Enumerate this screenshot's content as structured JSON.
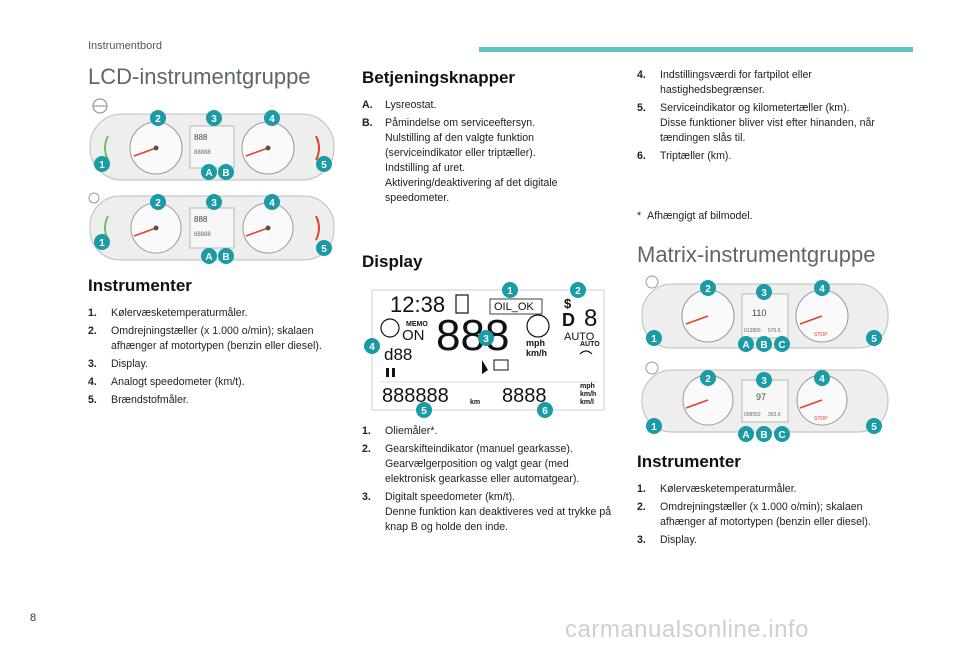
{
  "header": {
    "section": "Instrumentbord"
  },
  "page_number": "8",
  "watermark": "carmanualsonline.info",
  "col1": {
    "title": "LCD-instrumentgruppe",
    "subheading": "Instrumenter",
    "items": [
      {
        "num": "1.",
        "text": "Kølervæsketemperaturmåler."
      },
      {
        "num": "2.",
        "text": "Omdrejningstæller (x 1.000 o/min); skalaen afhænger af motortypen (benzin eller diesel)."
      },
      {
        "num": "3.",
        "text": "Display."
      },
      {
        "num": "4.",
        "text": "Analogt speedometer (km/t)."
      },
      {
        "num": "5.",
        "text": "Brændstofmåler."
      }
    ]
  },
  "col2": {
    "title": "Betjeningsknapper",
    "controls": [
      {
        "num": "A.",
        "text": "Lysreostat."
      },
      {
        "num": "B.",
        "text": "Påmindelse om serviceeftersyn.",
        "lines": [
          "Nulstilling af den valgte funktion (serviceindikator eller triptæller).",
          "Indstilling af uret.",
          "Aktivering/deaktivering af det digitale speedometer."
        ]
      }
    ],
    "display_title": "Display",
    "display_items": [
      {
        "num": "1.",
        "text": "Oliemåler*."
      },
      {
        "num": "2.",
        "text": "Gearskifteindikator (manuel gearkasse).",
        "lines": [
          "Gearvælgerposition og valgt gear (med elektronisk gearkasse eller automatgear)."
        ]
      },
      {
        "num": "3.",
        "text": "Digitalt speedometer (km/t).",
        "lines": [
          "Denne funktion kan deaktiveres ved at trykke på knap B og holde den inde."
        ]
      }
    ],
    "lcd": {
      "clock": "12:38",
      "oil": "OIL_OK",
      "memo": "MEMO",
      "on": "ON",
      "speed": "888",
      "mph": "mph",
      "kmh": "km/h",
      "auto": "AUTO",
      "auto2": "AUTO",
      "d88": "d88",
      "gear": "D",
      "odometer": "888888",
      "km": "km",
      "trip": "8888",
      "mph_km": "mph",
      "kmh_small": "km/h",
      "kml": "km/l",
      "callouts": [
        "1",
        "2",
        "3",
        "4",
        "5",
        "6"
      ]
    }
  },
  "col3": {
    "items": [
      {
        "num": "4.",
        "text": "Indstillingsværdi for fartpilot eller hastighedsbegrænser."
      },
      {
        "num": "5.",
        "text": "Serviceindikator og kilometertæller (km).",
        "lines": [
          "Disse funktioner bliver vist efter hinanden, når tændingen slås til."
        ]
      },
      {
        "num": "6.",
        "text": "Triptæller (km)."
      }
    ],
    "footnote": "Afhængigt af bilmodel.",
    "footnote_mark": "*",
    "title": "Matrix-instrumentgruppe",
    "subheading": "Instrumenter",
    "items2": [
      {
        "num": "1.",
        "text": "Kølervæsketemperaturmåler."
      },
      {
        "num": "2.",
        "text": "Omdrejningstæller (x 1.000 o/min); skalaen afhænger af motortypen (benzin eller diesel)."
      },
      {
        "num": "3.",
        "text": "Display."
      }
    ]
  },
  "cluster_callouts": {
    "numbers": [
      "1",
      "2",
      "3",
      "4",
      "5"
    ],
    "letters_ab": [
      "A",
      "B"
    ],
    "letters_abc": [
      "A",
      "B",
      "C"
    ]
  },
  "matrix_display": {
    "a_value": "110",
    "b_value": "97",
    "a_odo": "013855",
    "b_odo": "008552",
    "a_trip": "570.6",
    "b_trip": "353.6",
    "stop": "STOP"
  },
  "colors": {
    "accent": "#62c4c0",
    "callout": "#1a9ba6",
    "warning": "#e2402a"
  }
}
